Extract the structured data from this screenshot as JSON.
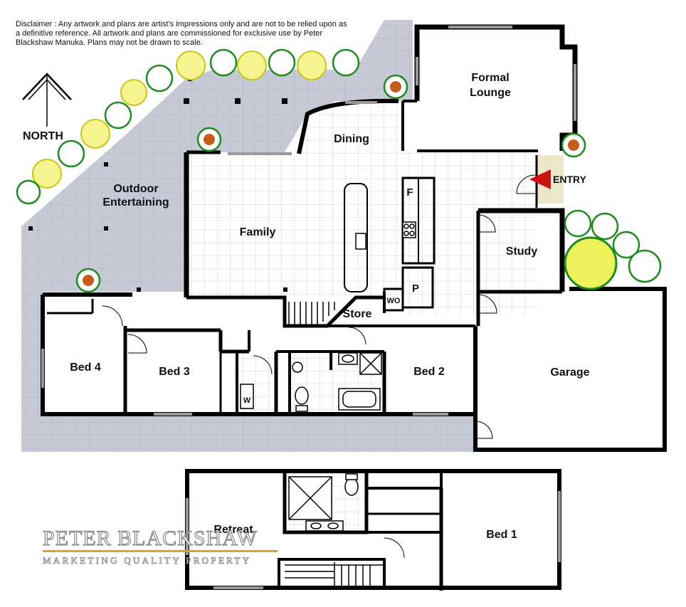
{
  "disclaimer": "Disclaimer : Any artwork and plans are artist's impressions only and are not to be relied upon as a definitive reference. All artwork and plans are commissioned for exclusive use by Peter Blackshaw Manuka. Plans may not be drawn to scale.",
  "compass": {
    "label": "NORTH"
  },
  "rooms": {
    "formal_lounge_1": "Formal",
    "formal_lounge_2": "Lounge",
    "dining": "Dining",
    "outdoor_1": "Outdoor",
    "outdoor_2": "Entertaining",
    "family": "Family",
    "entry": "ENTRY",
    "fridge": "F",
    "pantry": "P",
    "wo": "WO",
    "study": "Study",
    "store": "Store",
    "bed4": "Bed 4",
    "bed3": "Bed 3",
    "bed2": "Bed 2",
    "garage": "Garage",
    "laundry_w": "W",
    "retreat": "Retreat",
    "bed1": "Bed 1"
  },
  "logo": {
    "name": "PETER BLACKSHAW",
    "tagline": "MARKETING QUALITY PROPERTY"
  },
  "colors": {
    "wall": "#000000",
    "outdoor": "#c6cad6",
    "tile_grid": "#d4d4d4",
    "tree_green": "#1e8a1e",
    "tree_yellow": "#e4e22a",
    "entry_arrow": "#cc1111",
    "logo_gold": "#d9a521"
  }
}
